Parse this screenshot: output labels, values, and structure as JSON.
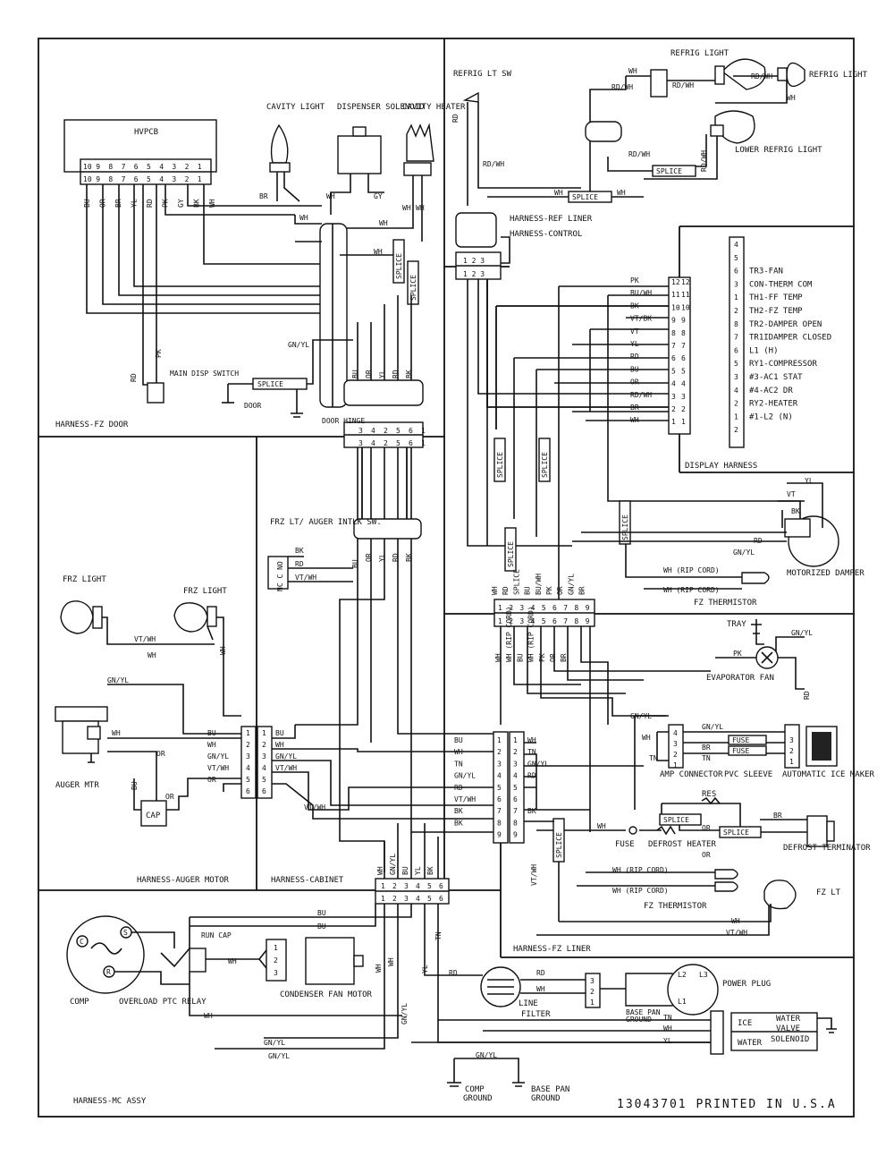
{
  "print_code": "13043701 PRINTED IN U.S.A",
  "harness": {
    "fz_door": "HARNESS-FZ DOOR",
    "ref_liner": "HARNESS-REF LINER",
    "control": "HARNESS-CONTROL",
    "display": "DISPLAY HARNESS",
    "auger_motor": "HARNESS-AUGER MOTOR",
    "cabinet": "HARNESS-CABINET",
    "fz_liner": "HARNESS-FZ LINER",
    "mc_assy": "HARNESS-MC ASSY"
  },
  "components": {
    "hvpcb": "HVPCB",
    "cavity_light": "CAVITY LIGHT",
    "dispenser_solenoid": "DISPENSER SOLENOID",
    "cavity_heater": "CAVITY HEATER",
    "main_disp_switch": "MAIN DISP SWITCH",
    "door": "DOOR",
    "door_hinge": "DOOR HINGE",
    "refrig_lt_sw": "REFRIG LT SW",
    "refrig_light": "REFRIG LIGHT",
    "lower_refrig_light": "LOWER REFRIG LIGHT",
    "motorized_damper": "MOTORIZED DAMPER",
    "frz_lt_auger": "FRZ LT/ AUGER INTLK SW.",
    "frz_light": "FRZ LIGHT",
    "auger_mtr": "AUGER MTR",
    "cap": "CAP",
    "tray": "TRAY",
    "evaporator_fan": "EVAPORATOR FAN",
    "amp_connector": "AMP CONNECTOR",
    "pvc_sleeve": "PVC SLEEVE",
    "automatic_ice_maker": "AUTOMATIC ICE MAKER",
    "res": "RES",
    "fuse": "FUSE",
    "defrost_heater": "DEFROST HEATER",
    "defrost_terminator": "DEFROST TERMINATOR",
    "fz_thermistor": "FZ THERMISTOR",
    "fz_lt": "FZ LT",
    "comp": "COMP",
    "overload": "OVERLOAD PTC RELAY",
    "run_cap": "RUN CAP",
    "condenser_fan": "CONDENSER FAN MOTOR",
    "line_filter": "LINE FILTER",
    "power_plug": "POWER PLUG",
    "base_pan_ground_small": "BASE PAN GROUND",
    "ice": "ICE",
    "water": "WATER",
    "water_valve": "WATER VALVE SOLENOID",
    "comp_ground": "COMP GROUND",
    "base_pan_ground": "BASE PAN GROUND",
    "splice": "SPLICE"
  },
  "display_terms": [
    {
      "n": "4",
      "t": ""
    },
    {
      "n": "5",
      "t": ""
    },
    {
      "n": "6",
      "t": "TR3-FAN"
    },
    {
      "n": "3",
      "t": "CON-THERM COM"
    },
    {
      "n": "1",
      "t": "TH1-FF TEMP"
    },
    {
      "n": "2",
      "t": "TH2-FZ TEMP"
    },
    {
      "n": "8",
      "t": "TR2-DAMPER OPEN"
    },
    {
      "n": "7",
      "t": "TR1IDAMPER CLOSED"
    },
    {
      "n": "6",
      "t": "L1 (H)"
    },
    {
      "n": "5",
      "t": "RY1-COMPRESSOR"
    },
    {
      "n": "3",
      "t": "#3-AC1 STAT"
    },
    {
      "n": "4",
      "t": "#4-AC2 DR"
    },
    {
      "n": "2",
      "t": "RY2-HEATER"
    },
    {
      "n": "1",
      "t": "#1-L2 (N)"
    },
    {
      "n": "2",
      "t": ""
    }
  ],
  "ctrl_wires": [
    "PK",
    "BU/WH",
    "BK",
    "VT/BK",
    "VT",
    "YL",
    "RD",
    "BU",
    "OR",
    "RD/WH",
    "BR",
    "WH"
  ],
  "ctrl_pins": [
    "12",
    "11",
    "10",
    "9",
    "8",
    "7",
    "6",
    "5",
    "4",
    "3",
    "2",
    "1"
  ],
  "hvpcb_pins": [
    "10",
    "9",
    "8",
    "7",
    "6",
    "5",
    "4",
    "3",
    "2",
    "1"
  ],
  "hvpcb_wires": [
    "BU",
    "OR",
    "BR",
    "YL",
    "RD",
    "PK",
    "GY",
    "BK",
    "WH"
  ],
  "conn9_wires": [
    "WH",
    "RD",
    "SPLICE",
    "BU",
    "BU/WH",
    "PK",
    "OR",
    "GN/YL",
    "BR"
  ],
  "conn9_pins": [
    "1",
    "2",
    "3",
    "4",
    "5",
    "6",
    "7",
    "8",
    "9"
  ],
  "conn9b_wires": [
    "WH",
    "WH (RIP CORD)",
    "BU",
    "WH (RIP CORD)",
    "PK",
    "OR",
    "BR"
  ],
  "hinge_pins": [
    "3",
    "4",
    "2",
    "5",
    "6",
    "1"
  ],
  "cab_pins": [
    "1",
    "2",
    "3",
    "4",
    "5",
    "6"
  ],
  "cab_wires_left": [
    "BU",
    "WH",
    "GN/YL",
    "VT/WH",
    "OR",
    ""
  ],
  "cab_wires_right": [
    "BU",
    "WH",
    "GN/YL",
    "VT/WH",
    "",
    ""
  ],
  "fzl_pins": [
    "1",
    "2",
    "3",
    "4",
    "5",
    "6",
    "7",
    "8",
    "9"
  ],
  "fzl_wires_left": [
    "BU",
    "WH",
    "TN",
    "GN/YL",
    "RD",
    "VT/WH",
    "BK",
    "BK",
    ""
  ],
  "fzl_wires_right": [
    "WH",
    "TN",
    "GN/YL",
    "RD",
    "",
    "",
    "BK",
    "",
    ""
  ],
  "mc_pins": [
    "1",
    "2",
    "3",
    "4",
    "5",
    "6"
  ],
  "mc_wires": [
    "WH",
    "GN/YL",
    "BU",
    "YL",
    "BK"
  ],
  "wire_labels": {
    "wh": "WH",
    "rd_wh": "RD/WH",
    "bk": "BK",
    "yl": "YL",
    "vt": "VT",
    "gn_yl": "GN/YL",
    "rd": "RD",
    "br": "BR",
    "gy": "GY",
    "vt_wh": "VT/WH",
    "bu": "BU",
    "or": "OR",
    "tn": "TN",
    "pk": "PK",
    "wh_rip": "WH (RIP CORD)",
    "bu_wh": "BU/WH",
    "vt_bk": "VT/BK"
  },
  "plug_pins": [
    "L2",
    "L3",
    "L1"
  ],
  "filter_pins": [
    "3",
    "2",
    "1"
  ],
  "fuse_label": "FUSE",
  "amp_pins": [
    "4",
    "3",
    "2",
    "1"
  ],
  "pvc_pins": [
    "3",
    "2",
    "1"
  ],
  "comp_terms": [
    "C",
    "S",
    "R"
  ],
  "condenser_pins": [
    "1",
    "2",
    "3"
  ]
}
